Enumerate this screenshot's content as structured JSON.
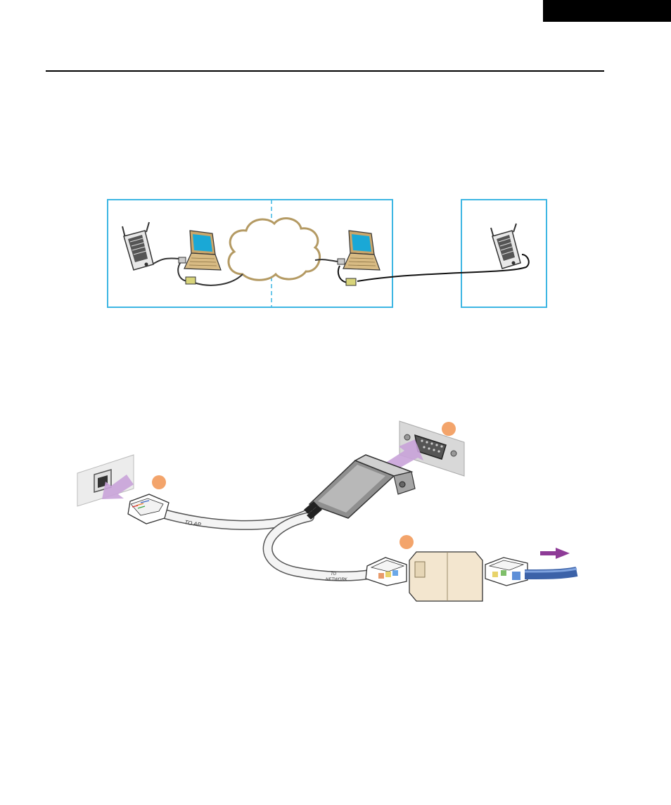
{
  "header": {
    "accent_color": "#000000"
  },
  "network_diagram": {
    "frame_color": "#3db6e3",
    "cloud_color": "#b49a63",
    "icons": [
      "access-point-icon",
      "laptop-icon",
      "network-cloud-icon",
      "laptop-icon",
      "access-point-icon"
    ]
  },
  "cable_illustration": {
    "cable_labels": {
      "to_ap": "TO AP",
      "to_network_line1": "TO",
      "to_network_line2": "NETWORK"
    },
    "callout_color": "#f3a46b",
    "arrow_color": "#8e3b97",
    "insert_arrow_color": "#c9a3d9",
    "network_cable_color": "#3c62a8",
    "coupler_color": "#f3e6cf"
  }
}
